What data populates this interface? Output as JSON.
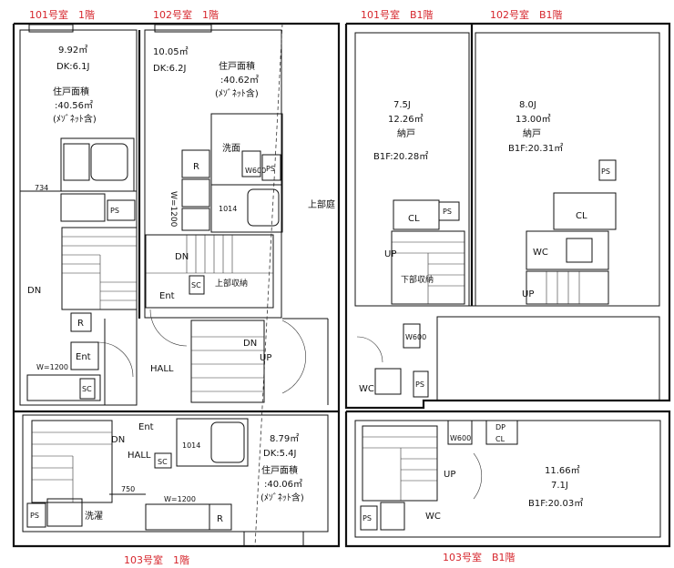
{
  "titles": {
    "r101_1f": "101号室　1階",
    "r102_1f": "102号室　1階",
    "r101_b1": "101号室　B1階",
    "r102_b1": "102号室　B1階",
    "r103_1f": "103号室　1階",
    "r103_b1": "103号室　B1階"
  },
  "r101_1f": {
    "area": "9.92㎡",
    "dk": "DK:6.1J",
    "living_label": "住戸面積",
    "living_area": ":40.56㎡",
    "maisonette": "(ﾒｿﾞﾈｯﾄ含)",
    "dim": "734",
    "ps": "PS",
    "dn": "DN",
    "r": "R",
    "ent": "Ent",
    "w": "W=1200",
    "sc": "SC"
  },
  "r102_1f": {
    "area": "10.05㎡",
    "dk": "DK:6.2J",
    "living_label": "住戸面積",
    "living_area": ":40.62㎡",
    "maisonette": "(ﾒｿﾞﾈｯﾄ含)",
    "senmen": "洗面",
    "r": "R",
    "w": "W=1200",
    "bath": "1014",
    "w600": "W600",
    "ps": "PS",
    "dn": "DN",
    "ent": "Ent",
    "sc": "SC",
    "storage": "上部収納"
  },
  "hall": {
    "hall": "HALL",
    "dn": "DN",
    "up": "UP",
    "upper_garden": "上部庭"
  },
  "r101_b1": {
    "jo": "7.5J",
    "area": "12.26㎡",
    "nando": "納戸",
    "b1f": "B1F:20.28㎡",
    "cl": "CL",
    "ps": "PS",
    "up": "UP",
    "lower_storage": "下部収納",
    "w600": "W600",
    "wc": "WC",
    "ps2": "PS"
  },
  "r102_b1": {
    "jo": "8.0J",
    "area": "13.00㎡",
    "nando": "納戸",
    "b1f": "B1F:20.31㎡",
    "ps": "PS",
    "cl": "CL",
    "wc": "WC",
    "up": "UP"
  },
  "r103_1f": {
    "area": "8.79㎡",
    "dk": "DK:5.4J",
    "living_label": "住戸面積",
    "living_area": ":40.06㎡",
    "maisonette": "(ﾒｿﾞﾈｯﾄ含)",
    "ent": "Ent",
    "dn": "DN",
    "hall": "HALL",
    "bath": "1014",
    "sc": "SC",
    "dim": "750",
    "w": "W=1200",
    "ps": "PS",
    "laundry": "洗濯",
    "r": "R"
  },
  "r103_b1": {
    "dp": "DP",
    "cl": "CL",
    "w600": "W600",
    "up": "UP",
    "area": "11.66㎡",
    "jo": "7.1J",
    "b1f": "B1F:20.03㎡",
    "ps": "PS",
    "wc": "WC"
  }
}
